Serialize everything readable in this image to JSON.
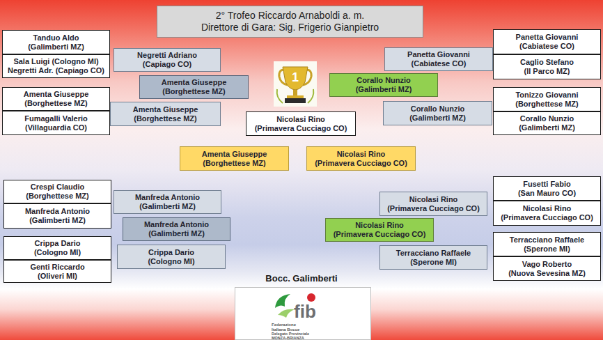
{
  "diagram": {
    "nodes": [
      {
        "text": [
          "2° Trofeo Riccardo Arnaboldi a. m.",
          "Direttore di Gara: Sig. Frigerio Gianpietro"
        ]
      },
      {
        "text": [
          "Tanduo Aldo",
          "(Galimberti MZ)"
        ]
      },
      {
        "text": [
          "Sala Luigi (Cologno MI)",
          "Negretti Adr. (Capiago CO)"
        ]
      },
      {
        "text": [
          "Amenta Giuseppe",
          "(Borghettese MZ)"
        ]
      },
      {
        "text": [
          "Fumagalli Valerio",
          "(Villaguardia CO)"
        ]
      },
      {
        "text": [
          "Negretti Adriano",
          "(Capiago CO)"
        ]
      },
      {
        "text": [
          "Amenta Giuseppe",
          "(Borghettese MZ)"
        ]
      },
      {
        "text": [
          "Amenta Giuseppe",
          "(Borghettese MZ)"
        ]
      },
      {
        "text": [
          "Nicolasi Rino",
          "(Primavera Cucciago CO)"
        ]
      },
      {
        "text": [
          "Corallo Nunzio",
          "(Galimberti MZ)"
        ]
      },
      {
        "text": [
          "Panetta Giovanni",
          "(Cabiatese CO)"
        ]
      },
      {
        "text": [
          "Corallo Nunzio",
          "(Galimberti MZ)"
        ]
      },
      {
        "text": [
          "Panetta Giovanni",
          "(Cabiatese CO)"
        ]
      },
      {
        "text": [
          "Caglio Stefano",
          "(Il Parco MZ)"
        ]
      },
      {
        "text": [
          "Tonizzo Giovanni",
          "(Borghettese MZ)"
        ]
      },
      {
        "text": [
          "Corallo Nunzio",
          "(Galimberti MZ)"
        ]
      },
      {
        "text": [
          "Amenta Giuseppe",
          "(Borghettese MZ)"
        ]
      },
      {
        "text": [
          "Nicolasi Rino",
          "(Primavera Cucciago CO)"
        ]
      },
      {
        "text": [
          "Crespi Claudio",
          "(Borghettese MZ)"
        ]
      },
      {
        "text": [
          "Manfreda Antonio",
          "(Galimberti MZ)"
        ]
      },
      {
        "text": [
          "Crippa Dario",
          "(Cologno MI)"
        ]
      },
      {
        "text": [
          "Genti Riccardo",
          "(Oliveri MI)"
        ]
      },
      {
        "text": [
          "Manfreda Antonio",
          "(Galimberti MZ)"
        ]
      },
      {
        "text": [
          "Manfreda Antonio",
          "(Galimberti MZ)"
        ]
      },
      {
        "text": [
          "Crippa Dario",
          "(Cologno MI)"
        ]
      },
      {
        "text": [
          "Nicolasi Rino",
          "(Primavera Cucciago CO)"
        ]
      },
      {
        "text": [
          "Nicolasi Rino",
          "(Primavera Cucciago CO)"
        ]
      },
      {
        "text": [
          "Terracciano Raffaele",
          "(Sperone MI)"
        ]
      },
      {
        "text": [
          "Fusetti Fabio",
          "(San Mauro CO)"
        ]
      },
      {
        "text": [
          "Nicolasi Rino",
          "(Primavera Cucciago CO)"
        ]
      },
      {
        "text": [
          "Terracciano Raffaele",
          "(Sperone MI)"
        ]
      },
      {
        "text": [
          "Vago Roberto",
          "(Nuova Sevesina MZ)"
        ]
      },
      {
        "text": [
          "fib",
          "Federazione Italiana Bocce",
          "Delegato Provinciale MONZA-BRIANZA"
        ]
      }
    ],
    "labels": [
      "Bocc. Galimberti",
      "1"
    ]
  }
}
